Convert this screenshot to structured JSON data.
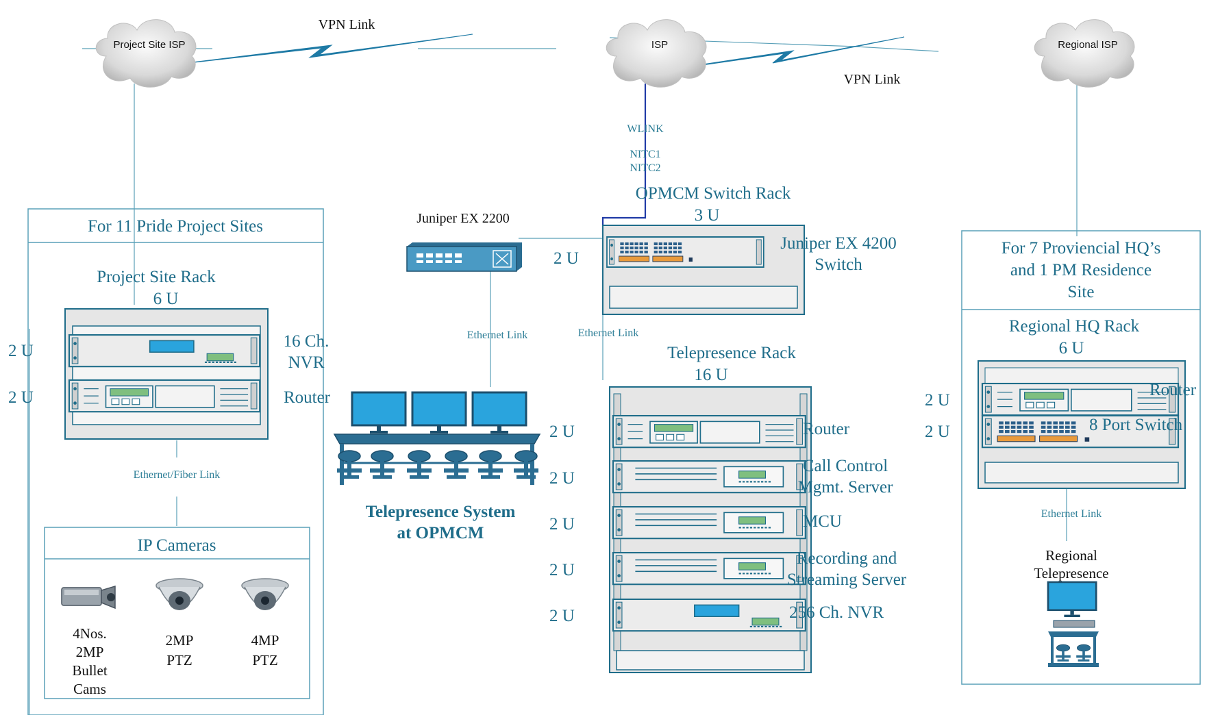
{
  "clouds": {
    "project_site_isp": "Project Site ISP",
    "isp": "ISP",
    "regional_isp": "Regional ISP"
  },
  "links": {
    "vpn_link_left": "VPN Link",
    "vpn_link_right": "VPN Link",
    "wlink": "WLINK",
    "nitc1": "NITC1",
    "nitc2": "NITC2",
    "ethernet_link_juniper": "Ethernet Link",
    "ethernet_link_rack": "Ethernet Link",
    "ethernet_fiber_link": "Ethernet/Fiber Link",
    "ethernet_link_regional": "Ethernet Link"
  },
  "project_sites": {
    "title": "For 11 Pride Project Sites",
    "rack_title": "Project  Site Rack",
    "rack_units": "6 U",
    "nvr_u": "2 U",
    "router_u": "2 U",
    "nvr_label_1": "16 Ch.",
    "nvr_label_2": "NVR",
    "router_label": "Router",
    "cameras_title": "IP Cameras",
    "cam1": [
      "4Nos.",
      "2MP",
      "Bullet",
      "Cams"
    ],
    "cam2": [
      "2MP",
      "PTZ"
    ],
    "cam3": [
      "4MP",
      "PTZ"
    ]
  },
  "opmcm": {
    "juniper_2200": "Juniper EX 2200",
    "switch_rack_title": "OPMCM Switch Rack",
    "switch_rack_units": "3 U",
    "switch_u": "2 U",
    "juniper_4200_1": "Juniper EX 4200",
    "juniper_4200_2": "Switch",
    "telepresence_system_1": "Telepresence System",
    "telepresence_system_2": "at OPMCM"
  },
  "telepresence_rack": {
    "title": "Telepresence Rack",
    "units": "16 U",
    "u_labels": [
      "2 U",
      "2 U",
      "2 U",
      "2 U",
      "2 U"
    ],
    "router": "Router",
    "call_control_1": "Call Control",
    "call_control_2": "Mgmt. Server",
    "mcu": "MCU",
    "recording_1": "Recording and",
    "recording_2": "Streaming Server",
    "nvr": "256 Ch. NVR"
  },
  "regional": {
    "title_1": "For 7 Proviencial HQ’s",
    "title_2": "and 1 PM Residence",
    "title_3": "Site",
    "rack_title": "Regional HQ Rack",
    "rack_units": "6 U",
    "router_u": "2 U",
    "switch_u": "2 U",
    "router": "Router",
    "switch": "8 Port Switch",
    "telepresence_1": "Regional",
    "telepresence_2": "Telepresence"
  },
  "colors": {
    "teal": "#2b7d96",
    "label_blue": "#1f6d8a",
    "line": "#5aa0b8",
    "dark_blue": "#1f3aa6",
    "rack_fill": "#e6e6e6",
    "rack_stroke": "#1f6d8a",
    "screen": "#2aa4dd",
    "lcd": "#7fbf7f",
    "port_orange": "#e89a3c"
  },
  "icons": [
    "cloud-icon",
    "server-icon",
    "router-icon",
    "switch-icon",
    "camera-icon",
    "dome-camera-icon",
    "monitor-icon",
    "chair-icon"
  ]
}
